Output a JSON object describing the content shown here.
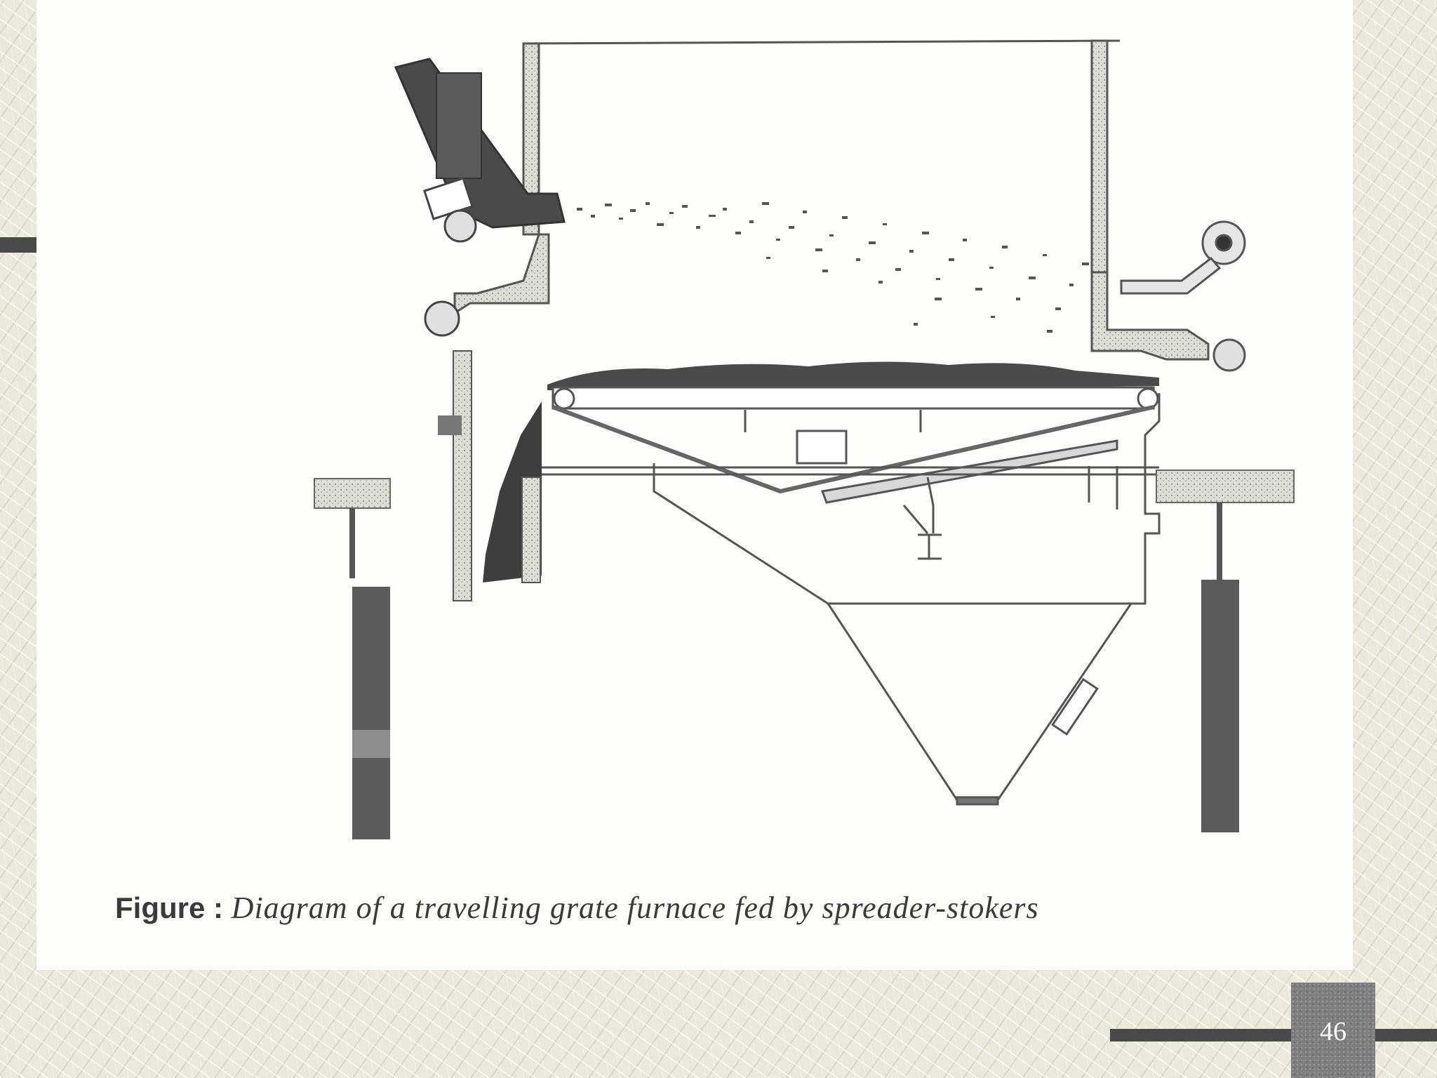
{
  "caption": {
    "label": "Figure",
    "separator": " : ",
    "text": "Diagram of a travelling grate furnace fed by spreader-stokers"
  },
  "page_number": "46",
  "colors": {
    "background": "#ebe9db",
    "panel": "#fdfdfc",
    "accent_bar": "#4a4a4a",
    "page_box": "#7e7e7e",
    "ink": "#3a3a3a"
  }
}
